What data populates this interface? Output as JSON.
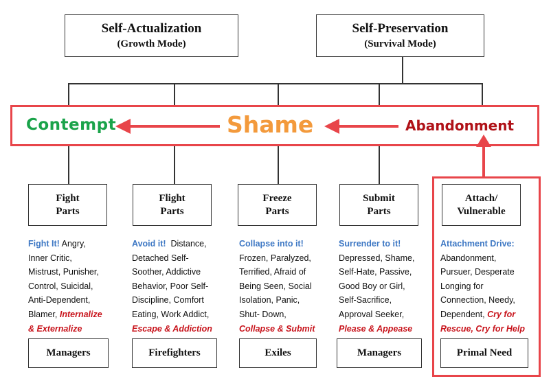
{
  "top": {
    "left_title": "Self-Actualization",
    "left_sub": "(Growth Mode)",
    "right_title": "Self-Preservation",
    "right_sub": "(Survival Mode)"
  },
  "banner": {
    "left_word": "Contempt",
    "center_word": "Shame",
    "right_word": "Abandonment",
    "colors": {
      "contempt": "#1aa34a",
      "shame": "#f39a3c",
      "abandonment": "#b01218",
      "arrow": "#e8454a"
    }
  },
  "parts": [
    {
      "title1": "Fight",
      "title2": "Parts",
      "lead": "Fight It!",
      "lines": [
        " Angry,",
        "Inner Critic,",
        "Mistrust, Punisher,",
        "Control, Suicidal,",
        "Anti-Dependent,",
        "Blamer, "
      ],
      "emph": [
        "Internalize",
        "& Externalize"
      ],
      "bottom": "Managers"
    },
    {
      "title1": "Flight",
      "title2": "Parts",
      "lead": "Avoid it!",
      "lines": [
        "  Distance,",
        "Detached Self-",
        "Soother, Addictive",
        "Behavior, Poor Self-",
        "Discipline, Comfort",
        "Eating, Work Addict,"
      ],
      "emph": [
        "Escape & Addiction"
      ],
      "bottom": "Firefighters"
    },
    {
      "title1": "Freeze",
      "title2": "Parts",
      "lead": "Collapse into it!",
      "lines": [
        "Frozen, Paralyzed,",
        "Terrified, Afraid of",
        "Being Seen, Social",
        "Isolation, Panic,",
        "Shut- Down,"
      ],
      "emph": [
        "Collapse & Submit"
      ],
      "bottom": "Exiles"
    },
    {
      "title1": "Submit",
      "title2": "Parts",
      "lead": "Surrender to it!",
      "lines": [
        "Depressed, Shame,",
        "Self-Hate, Passive,",
        "Good Boy or Girl,",
        "Self-Sacrifice,",
        "Approval Seeker,"
      ],
      "emph": [
        "Please & Appease"
      ],
      "bottom": "Managers"
    },
    {
      "title1": "Attach/",
      "title2": "Vulnerable",
      "lead": "Attachment Drive:",
      "lines": [
        "Abandonment,",
        "Pursuer, Desperate",
        "Longing for",
        "Connection, Needy,",
        "Dependent, "
      ],
      "emph": [
        "Cry for",
        "Rescue, Cry for Help"
      ],
      "bottom": "Primal Need"
    }
  ]
}
